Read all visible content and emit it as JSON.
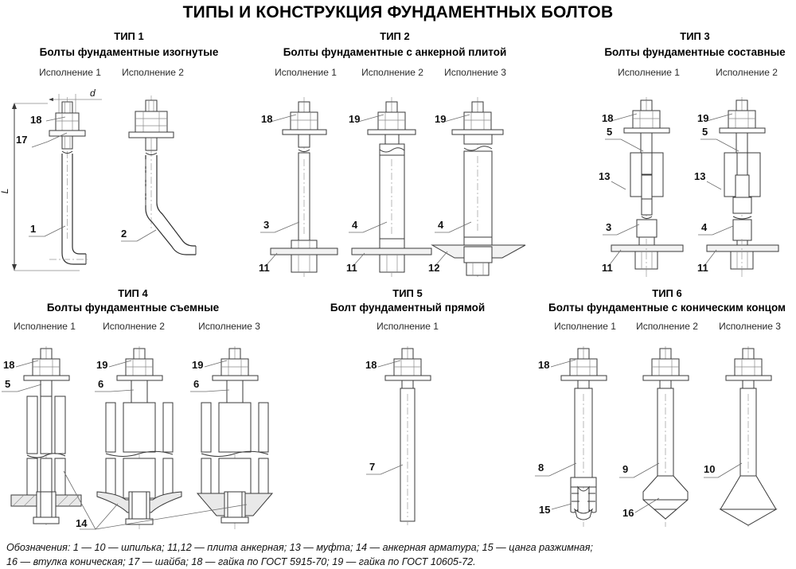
{
  "document": {
    "title": "ТИПЫ И КОНСТРУКЦИЯ ФУНДАМЕНТНЫХ БОЛТОВ",
    "background_color": "#ffffff",
    "line_color": "#3a3a3a"
  },
  "dimensions": {
    "diameter_label": "d",
    "length_label": "L"
  },
  "types": [
    {
      "id": "type-1",
      "type_label": "ТИП 1",
      "name": "Болты фундаментные изогнутые",
      "executions": [
        "Исполнение 1",
        "Исполнение 2"
      ],
      "callouts": [
        "18",
        "17",
        "1",
        "2"
      ]
    },
    {
      "id": "type-2",
      "type_label": "ТИП 2",
      "name": "Болты фундаментные с анкерной плитой",
      "executions": [
        "Исполнение 1",
        "Исполнение 2",
        "Исполнение 3"
      ],
      "callouts": [
        "18",
        "19",
        "19",
        "3",
        "4",
        "4",
        "11",
        "11",
        "12"
      ]
    },
    {
      "id": "type-3",
      "type_label": "ТИП 3",
      "name": "Болты фундаментные составные",
      "executions": [
        "Исполнение 1",
        "Исполнение 2"
      ],
      "callouts": [
        "18",
        "19",
        "5",
        "5",
        "13",
        "13",
        "3",
        "4",
        "11",
        "11"
      ]
    },
    {
      "id": "type-4",
      "type_label": "ТИП 4",
      "name": "Болты фундаментные съемные",
      "executions": [
        "Исполнение 1",
        "Исполнение 2",
        "Исполнение 3"
      ],
      "callouts": [
        "18",
        "19",
        "19",
        "5",
        "6",
        "6",
        "14"
      ]
    },
    {
      "id": "type-5",
      "type_label": "ТИП 5",
      "name": "Болт фундаментный прямой",
      "executions": [
        "Исполнение 1"
      ],
      "callouts": [
        "18",
        "7"
      ]
    },
    {
      "id": "type-6",
      "type_label": "ТИП 6",
      "name": "Болты фундаментные с коническим концом",
      "executions": [
        "Исполнение 1",
        "Исполнение 2",
        "Исполнение 3"
      ],
      "callouts": [
        "18",
        "8",
        "9",
        "10",
        "15",
        "16"
      ]
    }
  ],
  "legend": {
    "line1": "Обозначения: 1 — 10 — шпилька; 11,12 — плита анкерная; 13 — муфта; 14 — анкерная арматура; 15 — цанга разжимная;",
    "line2": "16 — втулка коническая; 17 — шайба; 18 — гайка по ГОСТ 5915-70; 19 — гайка по ГОСТ 10605-72."
  }
}
